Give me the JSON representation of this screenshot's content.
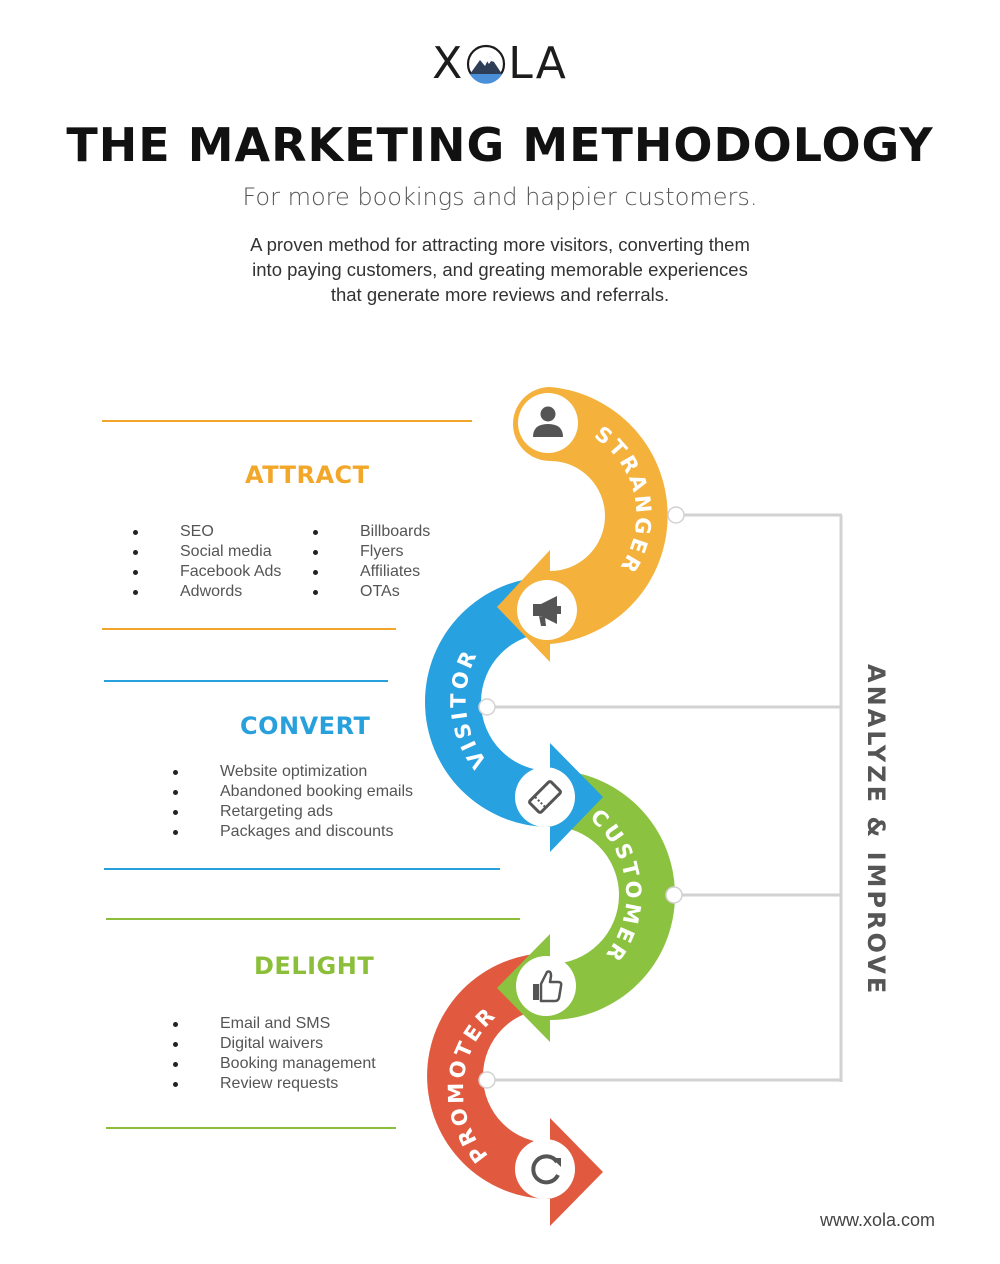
{
  "brand": {
    "logo_prefix": "X",
    "logo_suffix": "LA"
  },
  "header": {
    "title": "THE MARKETING METHODOLOGY",
    "subtitle": "For more bookings and happier customers.",
    "intro_lines": [
      "A proven method for attracting more visitors, converting them",
      "into paying customers, and greating memorable experiences",
      "that generate more reviews and referrals."
    ]
  },
  "sections": {
    "attract": {
      "heading": "ATTRACT",
      "color": "#f3a72a",
      "col1": [
        "SEO",
        "Social media",
        "Facebook Ads",
        "Adwords"
      ],
      "col2": [
        "Billboards",
        "Flyers",
        "Affiliates",
        "OTAs"
      ]
    },
    "convert": {
      "heading": "CONVERT",
      "color": "#27a0dc",
      "items": [
        "Website optimization",
        "Abandoned booking emails",
        "Retargeting ads",
        "Packages and discounts"
      ]
    },
    "delight": {
      "heading": "DELIGHT",
      "color": "#8bbf3a",
      "items": [
        "Email and SMS",
        "Digital waivers",
        "Booking management",
        "Review requests"
      ]
    }
  },
  "stages": [
    {
      "label": "STRANGER",
      "color": "#f4b13b",
      "icon": "person-icon"
    },
    {
      "label": "VISITOR",
      "color": "#27a1e0",
      "icon": "megaphone-icon"
    },
    {
      "label": "CUSTOMER",
      "color": "#8bc23f",
      "icon": "ticket-icon"
    },
    {
      "label": "PROMOTER",
      "color": "#e15a40",
      "icon": "thumbs-up-icon"
    }
  ],
  "final_icon": "refresh-icon",
  "side_label": "ANALYZE & IMPROVE",
  "footer": {
    "url": "www.xola.com"
  }
}
